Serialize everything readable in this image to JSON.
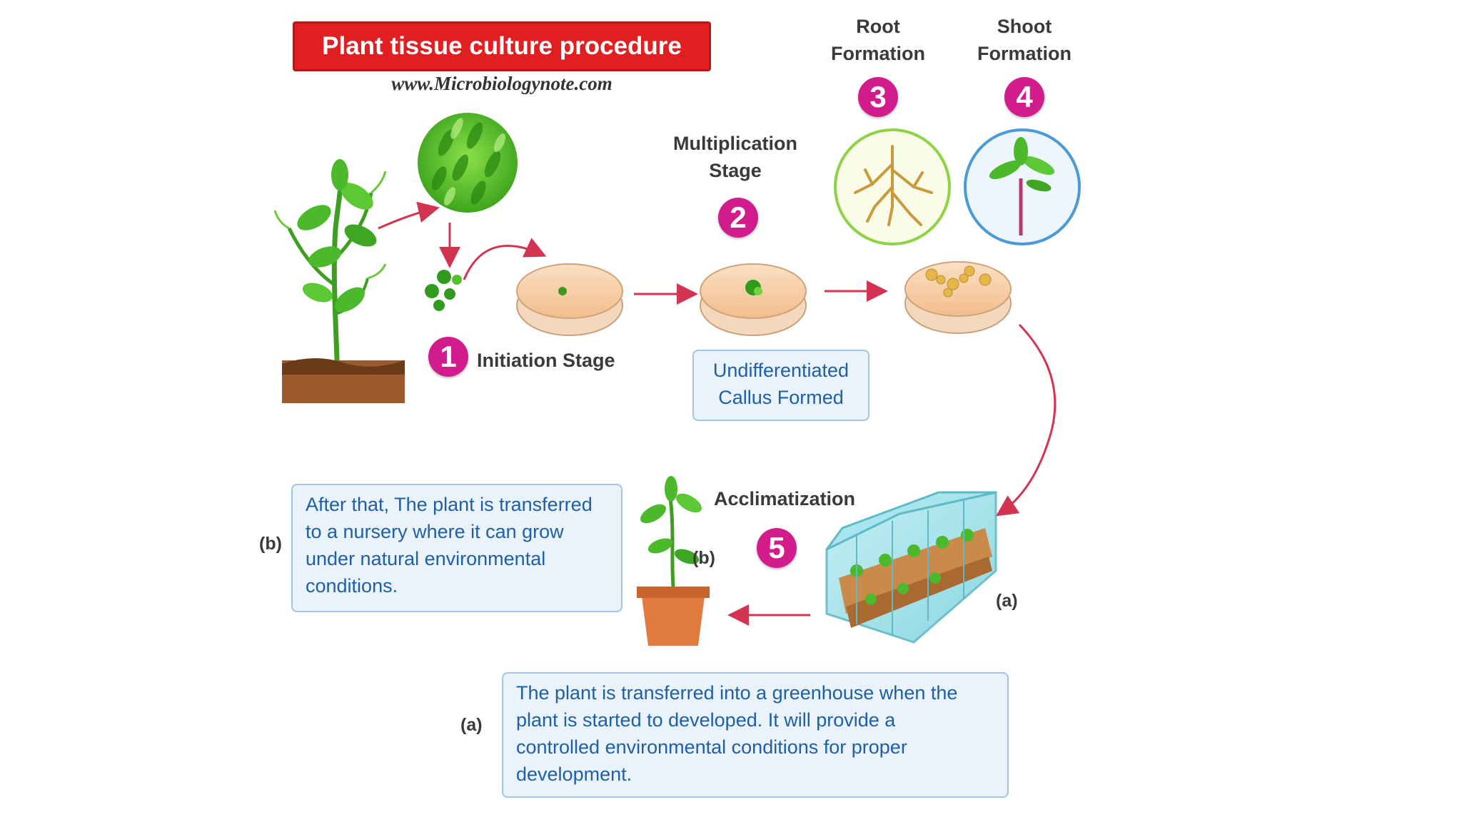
{
  "header": {
    "title": "Plant tissue culture procedure",
    "website": "www.Microbiologynote.com"
  },
  "steps": [
    {
      "number": "1",
      "label": "Initiation Stage"
    },
    {
      "number": "2",
      "label_line1": "Multiplication",
      "label_line2": "Stage"
    },
    {
      "number": "3",
      "label_line1": "Root",
      "label_line2": "Formation"
    },
    {
      "number": "4",
      "label_line1": "Shoot",
      "label_line2": "Formation"
    },
    {
      "number": "5",
      "label": "Acclimatization"
    }
  ],
  "callus_note": {
    "line1": "Undifferentiated",
    "line2": "Callus Formed"
  },
  "nursery_note": {
    "tag": "(b)",
    "lines": [
      "After that, The plant is transferred",
      "to a nursery where it can grow",
      "under natural environmental",
      "conditions."
    ]
  },
  "greenhouse_note": {
    "tag": "(a)",
    "lines": [
      "The plant is transferred into a greenhouse when the",
      "plant is started to developed. It will provide a",
      "controlled environmental conditions for proper",
      "development."
    ]
  },
  "image_tags": {
    "pot_plant": "(b)",
    "greenhouse": "(a)"
  },
  "colors": {
    "banner": "#e02020",
    "badge": "#d31c8c",
    "arrow": "#d23452",
    "note_text": "#1e5fa8",
    "note_border": "#9fc4e4",
    "leaf": "#4cb82c",
    "agar": "#f7cfa6",
    "soil": "#9a5a2c",
    "pot": "#e07a3e"
  }
}
